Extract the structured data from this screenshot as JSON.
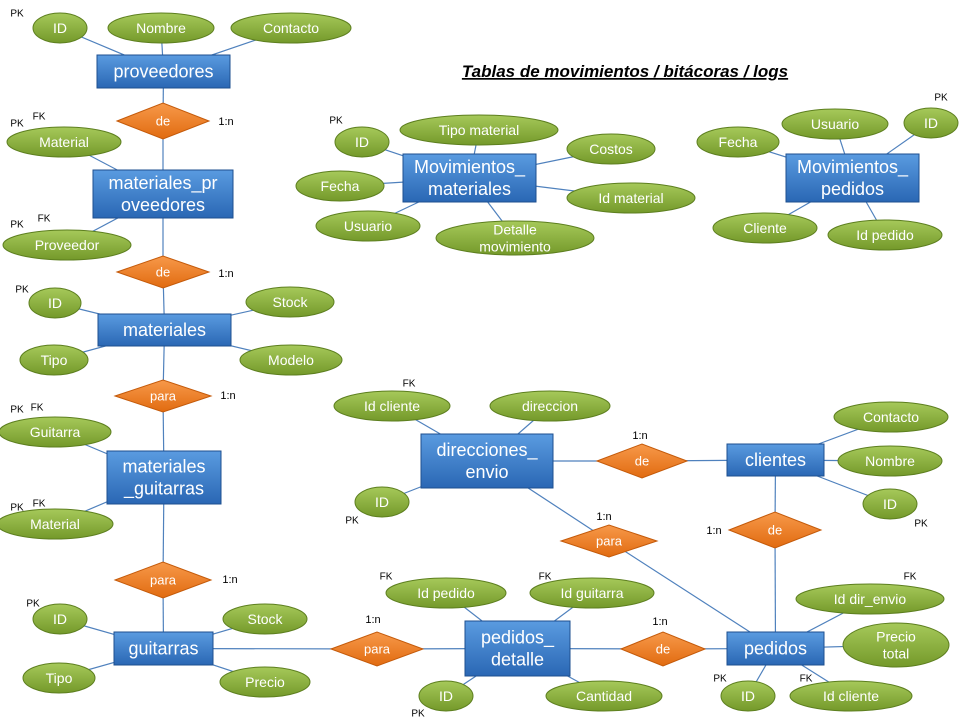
{
  "title": "Tablas de movimientos / bitácoras / logs",
  "colors": {
    "entity": "#3b7fd0",
    "attribute": "#8cb33a",
    "relationship": "#ef7f22",
    "line": "#4f81bd"
  },
  "entities": [
    {
      "id": "e-proveedores",
      "lines": [
        "proveedores"
      ]
    },
    {
      "id": "e-materiales-proveedores",
      "lines": [
        "materiales_pr",
        "oveedores"
      ]
    },
    {
      "id": "e-materiales",
      "lines": [
        "materiales"
      ]
    },
    {
      "id": "e-materiales-guitarras",
      "lines": [
        "materiales",
        "_guitarras"
      ]
    },
    {
      "id": "e-guitarras",
      "lines": [
        "guitarras"
      ]
    },
    {
      "id": "e-pedidos-detalle",
      "lines": [
        "pedidos_",
        "detalle"
      ]
    },
    {
      "id": "e-pedidos",
      "lines": [
        "pedidos"
      ]
    },
    {
      "id": "e-clientes",
      "lines": [
        "clientes"
      ]
    },
    {
      "id": "e-direcciones-envio",
      "lines": [
        "direcciones_",
        "envio"
      ]
    },
    {
      "id": "e-mov-materiales",
      "lines": [
        "Movimientos_",
        "materiales"
      ]
    },
    {
      "id": "e-mov-pedidos",
      "lines": [
        "Movimientos_",
        "pedidos"
      ]
    }
  ],
  "attributes": [
    {
      "id": "a-prov-id",
      "entity": "e-proveedores",
      "lines": [
        "ID"
      ],
      "key": "PK"
    },
    {
      "id": "a-prov-nombre",
      "entity": "e-proveedores",
      "lines": [
        "Nombre"
      ],
      "key": ""
    },
    {
      "id": "a-prov-contacto",
      "entity": "e-proveedores",
      "lines": [
        "Contacto"
      ],
      "key": ""
    },
    {
      "id": "a-mp-material",
      "entity": "e-materiales-proveedores",
      "lines": [
        "Material"
      ],
      "key": "PK FK"
    },
    {
      "id": "a-mp-proveedor",
      "entity": "e-materiales-proveedores",
      "lines": [
        "Proveedor"
      ],
      "key": "PK FK"
    },
    {
      "id": "a-mat-id",
      "entity": "e-materiales",
      "lines": [
        "ID"
      ],
      "key": "PK"
    },
    {
      "id": "a-mat-tipo",
      "entity": "e-materiales",
      "lines": [
        "Tipo"
      ],
      "key": ""
    },
    {
      "id": "a-mat-stock",
      "entity": "e-materiales",
      "lines": [
        "Stock"
      ],
      "key": ""
    },
    {
      "id": "a-mat-modelo",
      "entity": "e-materiales",
      "lines": [
        "Modelo"
      ],
      "key": ""
    },
    {
      "id": "a-mg-guitarra",
      "entity": "e-materiales-guitarras",
      "lines": [
        "Guitarra"
      ],
      "key": "PK FK"
    },
    {
      "id": "a-mg-material",
      "entity": "e-materiales-guitarras",
      "lines": [
        "Material"
      ],
      "key": "PK FK"
    },
    {
      "id": "a-gui-id",
      "entity": "e-guitarras",
      "lines": [
        "ID"
      ],
      "key": "PK"
    },
    {
      "id": "a-gui-tipo",
      "entity": "e-guitarras",
      "lines": [
        "Tipo"
      ],
      "key": ""
    },
    {
      "id": "a-gui-stock",
      "entity": "e-guitarras",
      "lines": [
        "Stock"
      ],
      "key": ""
    },
    {
      "id": "a-gui-precio",
      "entity": "e-guitarras",
      "lines": [
        "Precio"
      ],
      "key": ""
    },
    {
      "id": "a-pd-idpedido",
      "entity": "e-pedidos-detalle",
      "lines": [
        "Id pedido"
      ],
      "key": "FK"
    },
    {
      "id": "a-pd-idguitarra",
      "entity": "e-pedidos-detalle",
      "lines": [
        "Id guitarra"
      ],
      "key": "FK"
    },
    {
      "id": "a-pd-id",
      "entity": "e-pedidos-detalle",
      "lines": [
        "ID"
      ],
      "key": "PK"
    },
    {
      "id": "a-pd-cantidad",
      "entity": "e-pedidos-detalle",
      "lines": [
        "Cantidad"
      ],
      "key": ""
    },
    {
      "id": "a-ped-iddir",
      "entity": "e-pedidos",
      "lines": [
        "Id dir_envio"
      ],
      "key": "FK"
    },
    {
      "id": "a-ped-precio",
      "entity": "e-pedidos",
      "lines": [
        "Precio",
        "total"
      ],
      "key": ""
    },
    {
      "id": "a-ped-id",
      "entity": "e-pedidos",
      "lines": [
        "ID"
      ],
      "key": "PK"
    },
    {
      "id": "a-ped-idcliente",
      "entity": "e-pedidos",
      "lines": [
        "Id cliente"
      ],
      "key": "FK"
    },
    {
      "id": "a-cli-contacto",
      "entity": "e-clientes",
      "lines": [
        "Contacto"
      ],
      "key": ""
    },
    {
      "id": "a-cli-nombre",
      "entity": "e-clientes",
      "lines": [
        "Nombre"
      ],
      "key": ""
    },
    {
      "id": "a-cli-id",
      "entity": "e-clientes",
      "lines": [
        "ID"
      ],
      "key": "PK"
    },
    {
      "id": "a-dir-idcliente",
      "entity": "e-direcciones-envio",
      "lines": [
        "Id cliente"
      ],
      "key": "FK"
    },
    {
      "id": "a-dir-direccion",
      "entity": "e-direcciones-envio",
      "lines": [
        "direccion"
      ],
      "key": ""
    },
    {
      "id": "a-dir-id",
      "entity": "e-direcciones-envio",
      "lines": [
        "ID"
      ],
      "key": "PK"
    },
    {
      "id": "a-mm-id",
      "entity": "e-mov-materiales",
      "lines": [
        "ID"
      ],
      "key": "PK"
    },
    {
      "id": "a-mm-tipo",
      "entity": "e-mov-materiales",
      "lines": [
        "Tipo material"
      ],
      "key": ""
    },
    {
      "id": "a-mm-costos",
      "entity": "e-mov-materiales",
      "lines": [
        "Costos"
      ],
      "key": ""
    },
    {
      "id": "a-mm-fecha",
      "entity": "e-mov-materiales",
      "lines": [
        "Fecha"
      ],
      "key": ""
    },
    {
      "id": "a-mm-idmaterial",
      "entity": "e-mov-materiales",
      "lines": [
        "Id material"
      ],
      "key": ""
    },
    {
      "id": "a-mm-usuario",
      "entity": "e-mov-materiales",
      "lines": [
        "Usuario"
      ],
      "key": ""
    },
    {
      "id": "a-mm-detalle",
      "entity": "e-mov-materiales",
      "lines": [
        "Detalle",
        "movimiento"
      ],
      "key": ""
    },
    {
      "id": "a-mp2-usuario",
      "entity": "e-mov-pedidos",
      "lines": [
        "Usuario"
      ],
      "key": ""
    },
    {
      "id": "a-mp2-id",
      "entity": "e-mov-pedidos",
      "lines": [
        "ID"
      ],
      "key": "PK"
    },
    {
      "id": "a-mp2-fecha",
      "entity": "e-mov-pedidos",
      "lines": [
        "Fecha"
      ],
      "key": ""
    },
    {
      "id": "a-mp2-cliente",
      "entity": "e-mov-pedidos",
      "lines": [
        "Cliente"
      ],
      "key": ""
    },
    {
      "id": "a-mp2-idpedido",
      "entity": "e-mov-pedidos",
      "lines": [
        "Id pedido"
      ],
      "key": ""
    }
  ],
  "relationships": [
    {
      "id": "r-prov-mp",
      "label": "de",
      "cardinality": "1:n",
      "from": "e-proveedores",
      "to": "e-materiales-proveedores"
    },
    {
      "id": "r-mp-mat",
      "label": "de",
      "cardinality": "1:n",
      "from": "e-materiales-proveedores",
      "to": "e-materiales"
    },
    {
      "id": "r-mat-mg",
      "label": "para",
      "cardinality": "1:n",
      "from": "e-materiales",
      "to": "e-materiales-guitarras"
    },
    {
      "id": "r-mg-gui",
      "label": "para",
      "cardinality": "1:n",
      "from": "e-materiales-guitarras",
      "to": "e-guitarras"
    },
    {
      "id": "r-gui-pd",
      "label": "para",
      "cardinality": "1:n",
      "from": "e-guitarras",
      "to": "e-pedidos-detalle"
    },
    {
      "id": "r-pd-ped",
      "label": "de",
      "cardinality": "1:n",
      "from": "e-pedidos-detalle",
      "to": "e-pedidos"
    },
    {
      "id": "r-dir-cli",
      "label": "de",
      "cardinality": "1:n",
      "from": "e-direcciones-envio",
      "to": "e-clientes"
    },
    {
      "id": "r-cli-ped",
      "label": "de",
      "cardinality": "1:n",
      "from": "e-clientes",
      "to": "e-pedidos"
    },
    {
      "id": "r-dir-ped",
      "label": "para",
      "cardinality": "1:n",
      "from": "e-direcciones-envio",
      "to": "e-pedidos"
    }
  ]
}
